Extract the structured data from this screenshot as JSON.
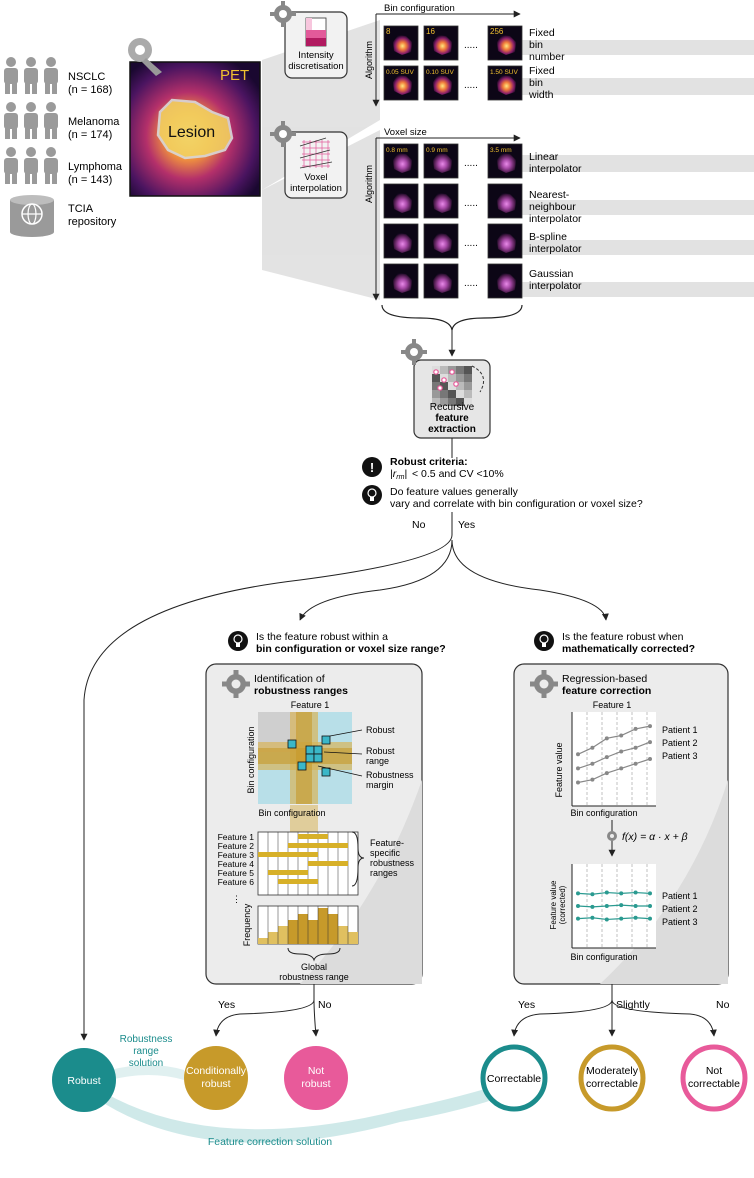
{
  "cohorts": [
    {
      "name": "NSCLC",
      "n": "(n = 168)"
    },
    {
      "name": "Melanoma",
      "n": "(n = 174)"
    },
    {
      "name": "Lymphoma",
      "n": "(n = 143)"
    }
  ],
  "repository": [
    "TCIA",
    "repository"
  ],
  "pet_label": "PET",
  "lesion_label": "Lesion",
  "discretisation": {
    "box_label": [
      "Intensity",
      "discretisation"
    ],
    "axis_label": "Bin configuration",
    "algo_label": "Algorithm",
    "rows": [
      {
        "labels": [
          "8",
          "16",
          "256"
        ],
        "name": [
          "Fixed",
          "bin",
          "number"
        ]
      },
      {
        "labels": [
          "0.05 SUV",
          "0.10 SUV",
          "1.50 SUV"
        ],
        "name": [
          "Fixed",
          "bin",
          "width"
        ]
      }
    ]
  },
  "interpolation": {
    "box_label": [
      "Voxel",
      "interpolation"
    ],
    "axis_label": "Voxel size",
    "algo_label": "Algorithm",
    "top_labels": [
      "0.8 mm",
      "0.9 mm",
      "3.5 mm"
    ],
    "rows": [
      [
        "Linear",
        "interpolator"
      ],
      [
        "Nearest-",
        "neighbour",
        "interpolator"
      ],
      [
        "B-spline",
        "interpolator"
      ],
      [
        "Gaussian",
        "interpolator"
      ]
    ]
  },
  "ellipsis": ".....",
  "extraction": {
    "lines": [
      "Recursive",
      "feature",
      "extraction"
    ]
  },
  "criteria": {
    "title": "Robust criteria:",
    "text": "< 0.5 and CV <10%",
    "r_symbol": "|r",
    "r_sub": "rm",
    "r_close": "|"
  },
  "question_main": [
    "Do feature values generally",
    "vary and correlate with bin configuration or voxel size?"
  ],
  "branch_no": "No",
  "branch_yes": "Yes",
  "left_question": [
    "Is the feature robust within a",
    "bin configuration or voxel size range?"
  ],
  "right_question": [
    "Is the feature robust when",
    "mathematically corrected?"
  ],
  "left_panel": {
    "title": [
      "Identification of",
      "robustness ranges"
    ],
    "feature1": "Feature 1",
    "xlabel": "Bin configuration",
    "ylabel": "Bin configuration",
    "annot": [
      "Robust",
      "Robust",
      "range",
      "Robustness",
      "margin"
    ],
    "features": [
      "Feature 1",
      "Feature 2",
      "Feature 3",
      "Feature 4",
      "Feature 5",
      "Feature 6"
    ],
    "feature_note": [
      "Feature-",
      "specific",
      "robustness",
      "ranges"
    ],
    "freq_label": "Frequency",
    "global": [
      "Global",
      "robustness range"
    ]
  },
  "right_panel": {
    "title": [
      "Regression-based",
      "feature correction"
    ],
    "feature1": "Feature 1",
    "ylabel": "Feature value",
    "ylabel2": [
      "Feature value",
      "(corrected)"
    ],
    "xlabel": "Bin configuration",
    "patients": [
      "Patient 1",
      "Patient 2",
      "Patient 3"
    ],
    "formula": "f(x) = α · x + β"
  },
  "outcomes": {
    "yes": "Yes",
    "no": "No",
    "slightly": "Slightly",
    "robust": "Robust",
    "cond": [
      "Conditionally",
      "robust"
    ],
    "notrobust": [
      "Not",
      "robust"
    ],
    "correctable": "Correctable",
    "moderate": [
      "Moderately",
      "correctable"
    ],
    "notcorrect": [
      "Not",
      "correctable"
    ]
  },
  "solutions": {
    "range": [
      "Robustness",
      "range",
      "solution"
    ],
    "correction": "Feature correction solution"
  },
  "colors": {
    "teal": "#1b8c8c",
    "gold": "#c79a2a",
    "pink": "#e85a9a",
    "cyan": "#3ab7c8",
    "panel": "#ececec"
  }
}
